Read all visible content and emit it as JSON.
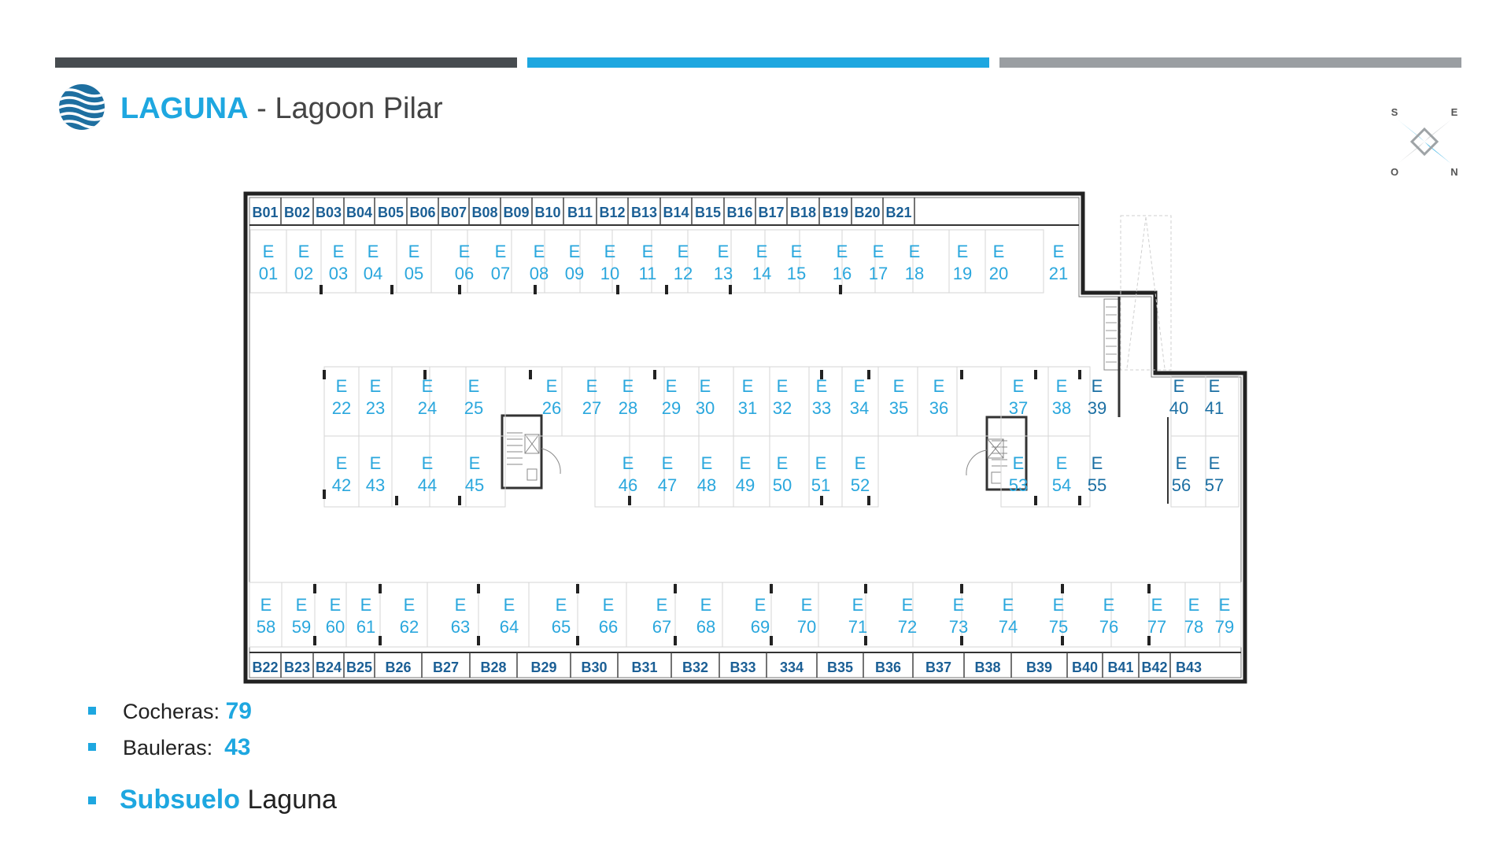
{
  "header": {
    "brand": "LAGUNA",
    "separator": " - ",
    "subtitle": "Lagoon Pilar"
  },
  "compass": {
    "north": "N",
    "south": "S",
    "east": "E",
    "west": "O"
  },
  "plan": {
    "storage_top": [
      "B01",
      "B02",
      "B03",
      "B04",
      "B05",
      "B06",
      "B07",
      "B08",
      "B09",
      "B10",
      "B11",
      "B12",
      "B13",
      "B14",
      "B15",
      "B16",
      "B17",
      "B18",
      "B19",
      "B20",
      "B21"
    ],
    "storage_bottom": [
      "B22",
      "B23",
      "B24",
      "B25",
      "B26",
      "B27",
      "B28",
      "B29",
      "B30",
      "B31",
      "B32",
      "B33",
      "334",
      "B35",
      "B36",
      "B37",
      "B38",
      "B39",
      "B40",
      "B41",
      "B42",
      "B43"
    ],
    "parking_prefix": "E",
    "parking_row1": [
      "01",
      "02",
      "03",
      "04",
      "05",
      "06",
      "07",
      "08",
      "09",
      "10",
      "11",
      "12",
      "13",
      "14",
      "15",
      "16",
      "17",
      "18",
      "19",
      "20",
      "21"
    ],
    "parking_row2": [
      "22",
      "23",
      "24",
      "25",
      "26",
      "27",
      "28",
      "29",
      "30",
      "31",
      "32",
      "33",
      "34",
      "35",
      "36",
      "37",
      "38",
      "39",
      "40",
      "41"
    ],
    "parking_row3": [
      "42",
      "43",
      "44",
      "45",
      "46",
      "47",
      "48",
      "49",
      "50",
      "51",
      "52",
      "53",
      "54",
      "55",
      "56",
      "57"
    ],
    "parking_row4": [
      "58",
      "59",
      "60",
      "61",
      "62",
      "63",
      "64",
      "65",
      "66",
      "67",
      "68",
      "69",
      "70",
      "71",
      "72",
      "73",
      "74",
      "75",
      "76",
      "77",
      "78",
      "79"
    ]
  },
  "stats": {
    "cocheras_label": "Cocheras:",
    "cocheras_value": "79",
    "bauleras_label": "Bauleras:",
    "bauleras_value": "43"
  },
  "footer": {
    "section": "Subsuelo",
    "place": "Laguna"
  },
  "colors": {
    "accent": "#1ea7e0",
    "dark_bar": "#474c50",
    "grey_bar": "#9a9ea2",
    "storage_text": "#1b5f95"
  }
}
